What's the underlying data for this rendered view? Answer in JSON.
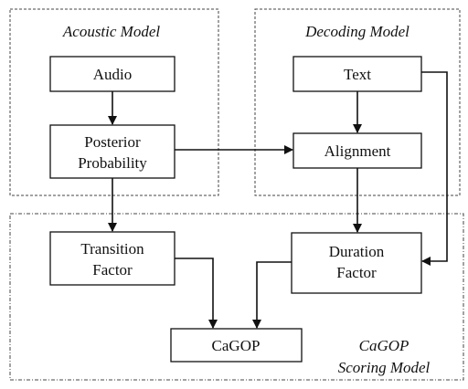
{
  "regions": {
    "acoustic": {
      "label": "Acoustic Model"
    },
    "decoding": {
      "label": "Decoding Model"
    },
    "scoring": {
      "label_lines": [
        "CaGOP",
        "Scoring Model"
      ]
    }
  },
  "nodes": {
    "audio": {
      "lines": [
        "Audio"
      ]
    },
    "posterior": {
      "lines": [
        "Posterior",
        "Probability"
      ]
    },
    "text": {
      "lines": [
        "Text"
      ]
    },
    "alignment": {
      "lines": [
        "Alignment"
      ]
    },
    "transition": {
      "lines": [
        "Transition",
        "Factor"
      ]
    },
    "duration": {
      "lines": [
        "Duration",
        "Factor"
      ]
    },
    "cagop": {
      "lines": [
        "CaGOP"
      ]
    }
  },
  "edges": [
    {
      "from": "audio",
      "to": "posterior"
    },
    {
      "from": "posterior",
      "to": "alignment"
    },
    {
      "from": "text",
      "to": "alignment"
    },
    {
      "from": "posterior",
      "to": "transition"
    },
    {
      "from": "alignment",
      "to": "duration"
    },
    {
      "from": "text",
      "to": "duration"
    },
    {
      "from": "transition",
      "to": "cagop"
    },
    {
      "from": "duration",
      "to": "cagop"
    }
  ]
}
